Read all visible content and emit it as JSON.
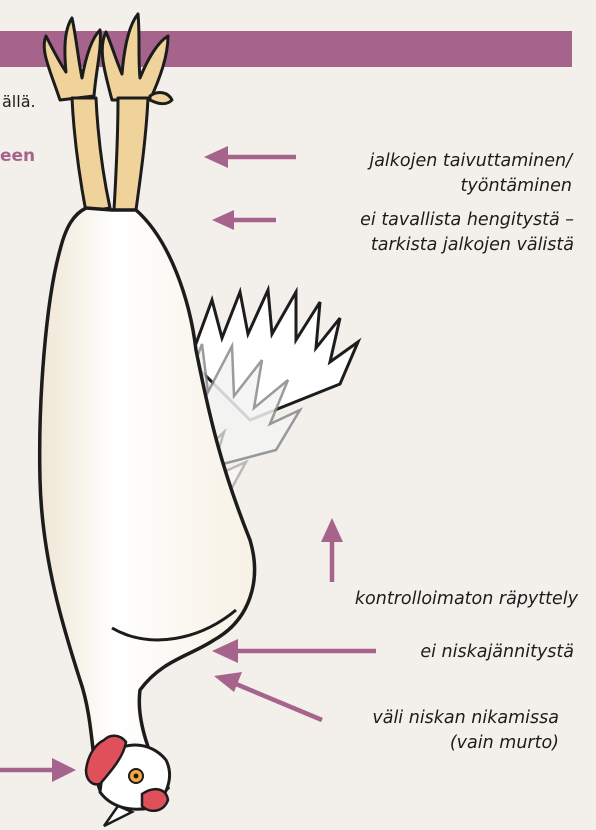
{
  "top_fragment": "ällä.",
  "heading_fragment": "een",
  "annotations": {
    "legs_line1": "jalkojen taivuttaminen/",
    "legs_line2": "työntäminen",
    "breath_line1": "ei tavallista hengitystä –",
    "breath_line2": "tarkista jalkojen välistä",
    "flapping": "kontrolloimaton räpyttely",
    "neck_tension": "ei niskajännitystä",
    "gap_line1": "väli niskan nikamissa",
    "gap_line2": "(vain murto)"
  },
  "colors": {
    "accent": "#a6648c",
    "background": "#f3efea",
    "text": "#1c1c1c",
    "feather": "#ffffff",
    "leg": "#f0d39a",
    "comb": "#e0505a"
  }
}
